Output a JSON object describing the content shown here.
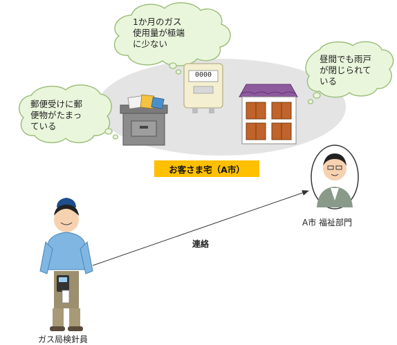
{
  "colors": {
    "ellipse": "#E4E4E4",
    "bubble_fill": "#EAF6DC",
    "bubble_stroke": "#9DBF7C",
    "label_bg": "#FFC000",
    "arrow": "#333333"
  },
  "bubbles": {
    "gas": "1か月のガス\n使用量が極端\nに少ない",
    "shutter": "昼間でも雨戸\nが閉じられて\nいる",
    "mail": "郵便受けに郵\n便物がたまっ\nている"
  },
  "house_label": "お客さま宅（A市）",
  "arrow_label": "連絡",
  "welfare_label": "A市 福祉部門",
  "inspector_label": "ガス局検針員",
  "meter_display": "0000",
  "icons": [
    "mailbox-icon",
    "gas-meter-icon",
    "house-icon",
    "staff-avatar-icon",
    "meter-reader-figure"
  ]
}
